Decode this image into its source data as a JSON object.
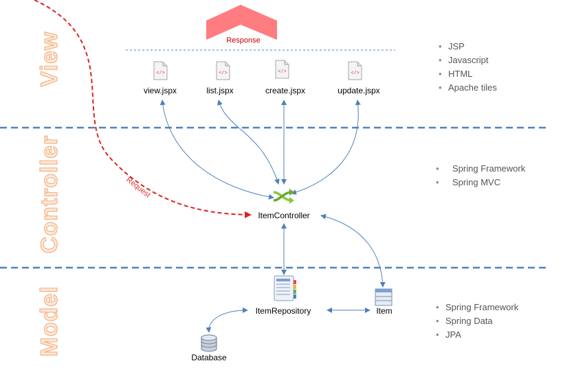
{
  "layers": {
    "view": "View",
    "controller": "Controller",
    "model": "Model"
  },
  "response": "Response",
  "request": "Request",
  "view_files": [
    "view.jspx",
    "list.jspx",
    "create.jspx",
    "update.jspx"
  ],
  "controller_node": "ItemController",
  "model_nodes": {
    "repository": "ItemRepository",
    "item": "Item",
    "database": "Database"
  },
  "tech": {
    "view": [
      "JSP",
      "Javascript",
      "HTML",
      "Apache tiles"
    ],
    "controller": [
      "Spring Framework",
      "Spring MVC"
    ],
    "model": [
      "Spring Framework",
      "Spring Data",
      "JPA"
    ]
  },
  "icons": {
    "file": "code-file-icon",
    "controller": "shuffle-icon",
    "repository": "notebook-icon",
    "item": "table-list-icon",
    "database": "database-icon"
  },
  "colors": {
    "layer_label": "#f4b183",
    "separator": "#4f81bd",
    "connector": "#4f81bd",
    "request": "#e02020",
    "response_arrow": "#ff7c80"
  }
}
